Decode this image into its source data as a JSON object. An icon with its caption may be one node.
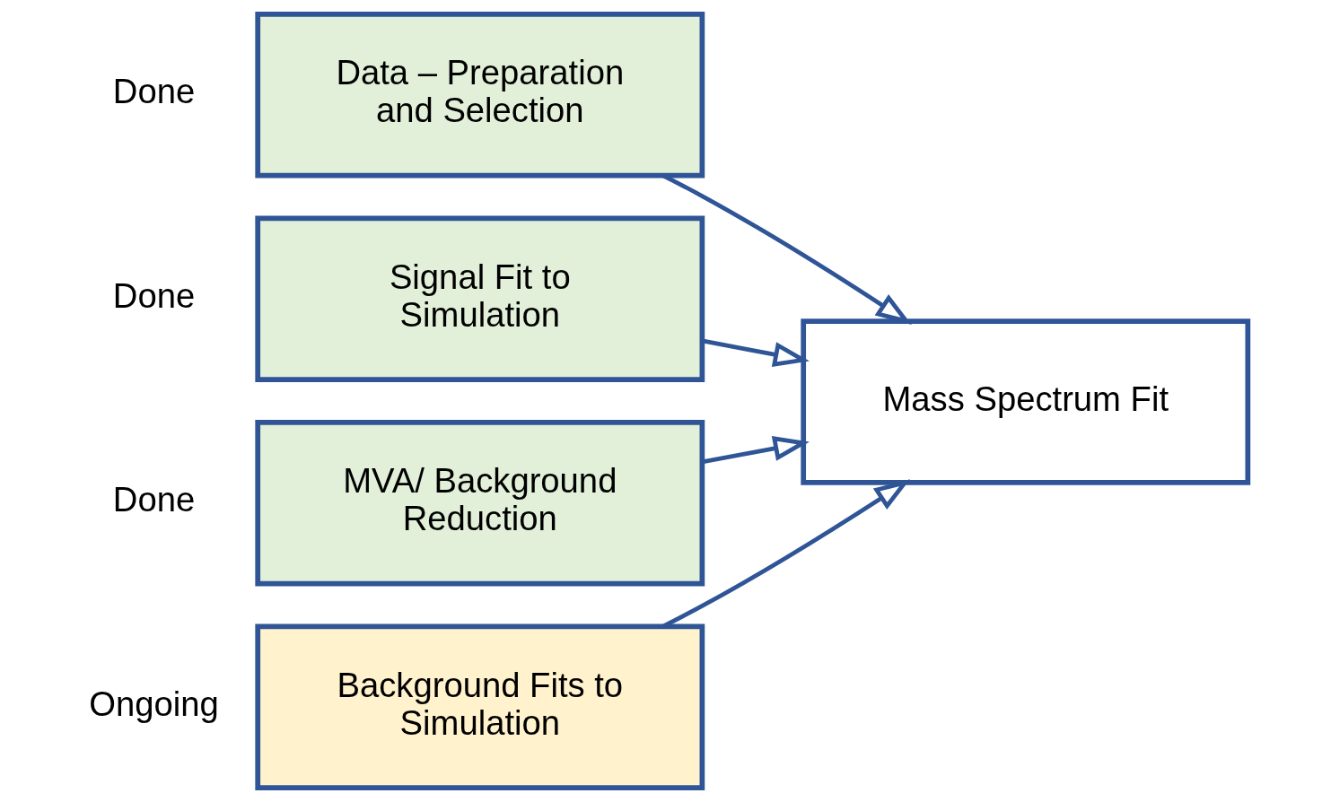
{
  "diagram": {
    "nodes": [
      {
        "text": [
          "Data – Preparation and Selection"
        ],
        "beside": [
          "Done"
        ]
      },
      {
        "text": [
          "Signal Fit to Simulation"
        ],
        "beside": [
          "Done"
        ]
      },
      {
        "text": [
          "MVA/ Background Reduction"
        ],
        "beside": [
          "Done"
        ]
      },
      {
        "text": [
          "Background Fits to Simulation"
        ],
        "beside": [
          "Ongoing"
        ]
      },
      {
        "text": [
          "Mass Spectrum Fit"
        ]
      }
    ],
    "edges": [
      {
        "from": 0,
        "to": 4,
        "arrow": "to"
      },
      {
        "from": 1,
        "to": 4,
        "arrow": "to"
      },
      {
        "from": 2,
        "to": 4,
        "arrow": "to"
      },
      {
        "from": 3,
        "to": 4,
        "arrow": "to"
      }
    ]
  }
}
